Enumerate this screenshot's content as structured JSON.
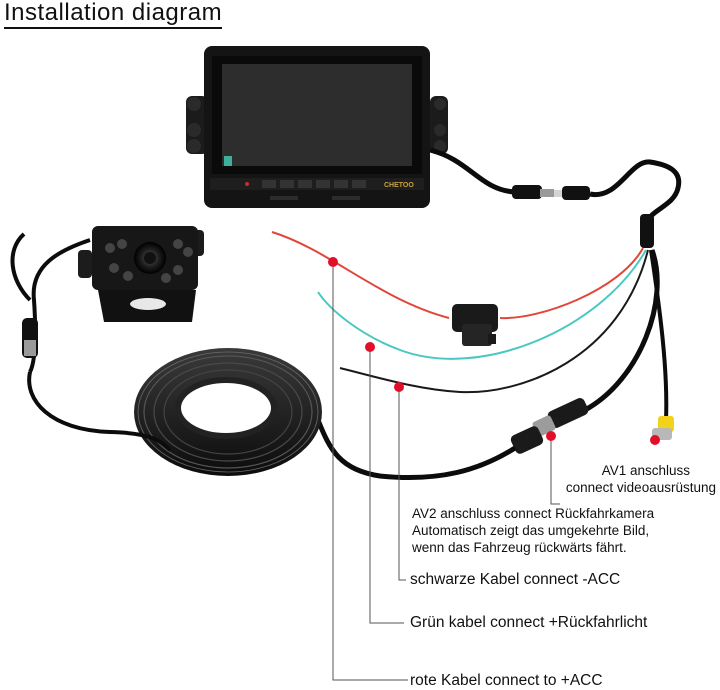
{
  "title": "Installation diagram",
  "monitor": {
    "brand": "CHETOO"
  },
  "labels": {
    "av1": {
      "line1": "AV1 anschluss",
      "line2": "connect videoausrüstung"
    },
    "av2": {
      "line1": "AV2 anschluss connect Rückfahrkamera",
      "line2": "Automatisch zeigt das umgekehrte Bild,",
      "line3": "wenn das Fahrzeug rückwärts fährt."
    },
    "black": "schwarze Kabel connect  -ACC",
    "green": "Grün kabel connect +Rückfahrlicht",
    "red": "rote Kabel connect to +ACC"
  },
  "colors": {
    "red_wire": "#e0473a",
    "green_wire": "#48c8c0",
    "black_wire": "#1a1a1a",
    "marker": "#e0102a",
    "yellow_plug": "#f2d21a"
  }
}
